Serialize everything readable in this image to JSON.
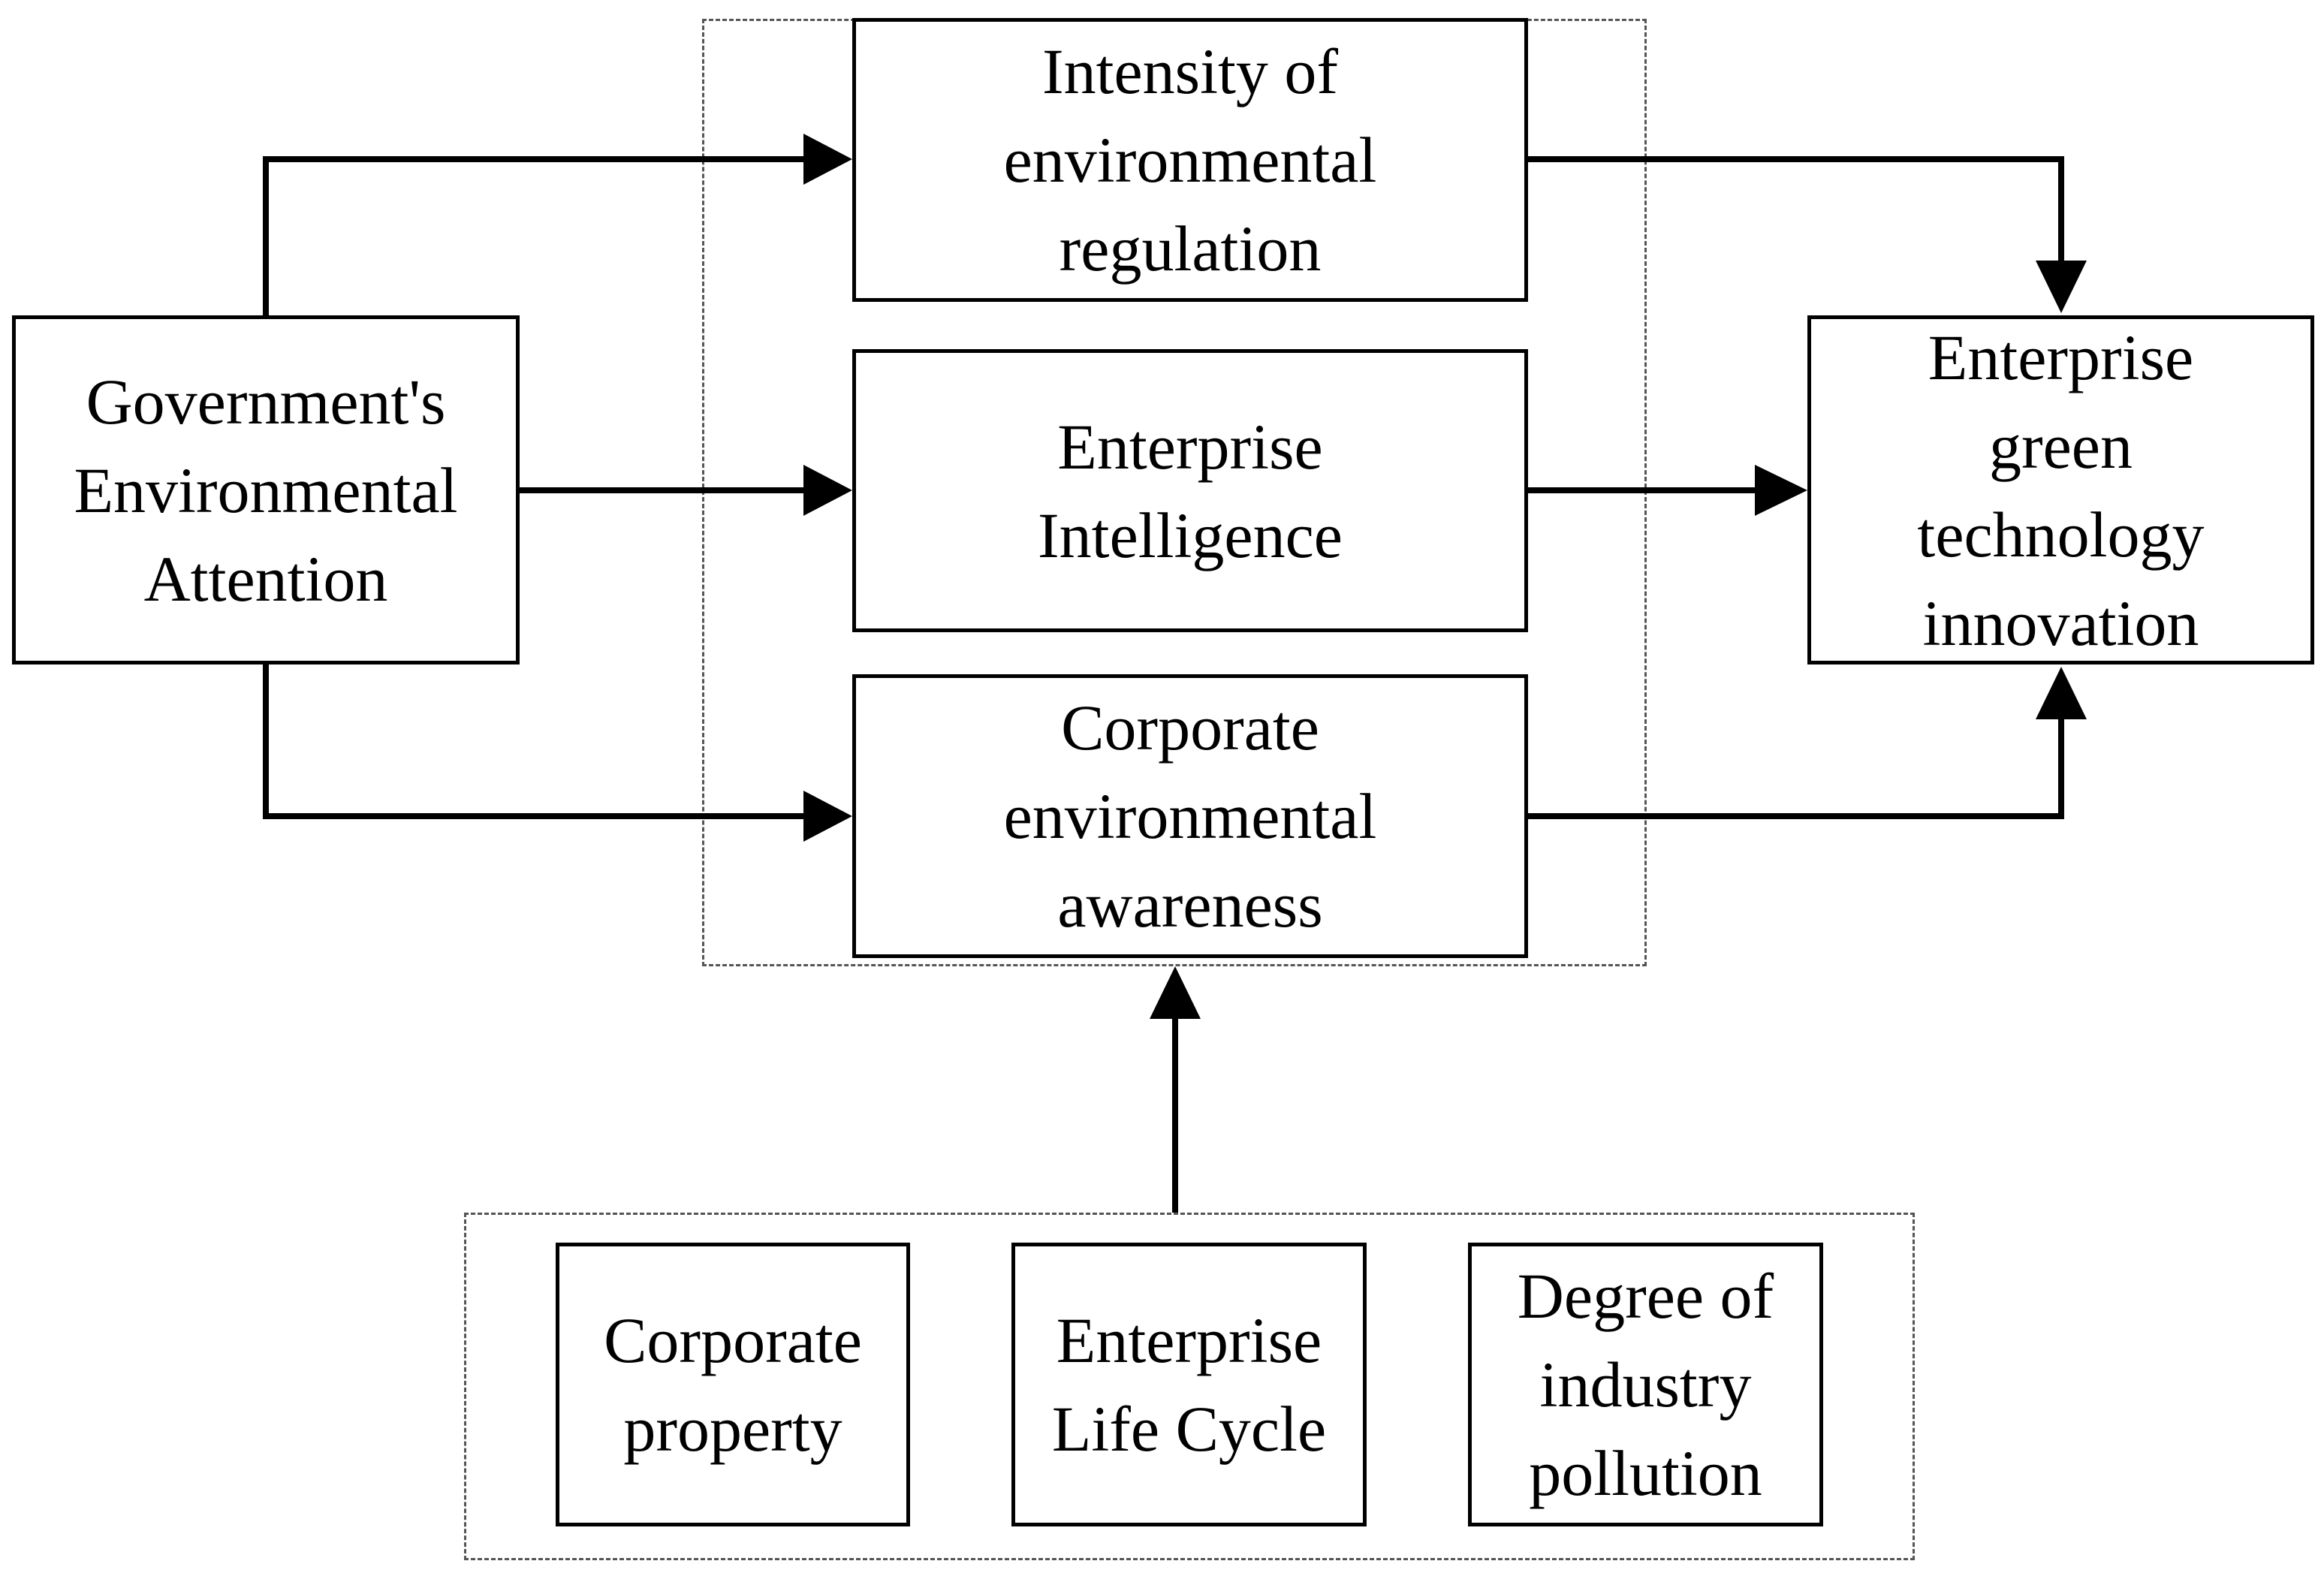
{
  "nodes": {
    "gov": {
      "lines": [
        "Government's",
        "Environmental",
        "Attention"
      ]
    },
    "intensity": {
      "lines": [
        "Intensity of",
        "environmental",
        "regulation"
      ]
    },
    "intelligence": {
      "lines": [
        "Enterprise",
        "Intelligence"
      ]
    },
    "awareness": {
      "lines": [
        "Corporate",
        "environmental",
        "awareness"
      ]
    },
    "innovation": {
      "lines": [
        "Enterprise",
        "green",
        "technology",
        "innovation"
      ]
    },
    "property": {
      "lines": [
        "Corporate",
        "property"
      ]
    },
    "lifecycle": {
      "lines": [
        "Enterprise",
        "Life Cycle"
      ]
    },
    "pollution": {
      "lines": [
        "Degree of",
        "industry",
        "pollution"
      ]
    }
  },
  "colors": {
    "line": "#000000",
    "dashed_border": "#555555"
  }
}
